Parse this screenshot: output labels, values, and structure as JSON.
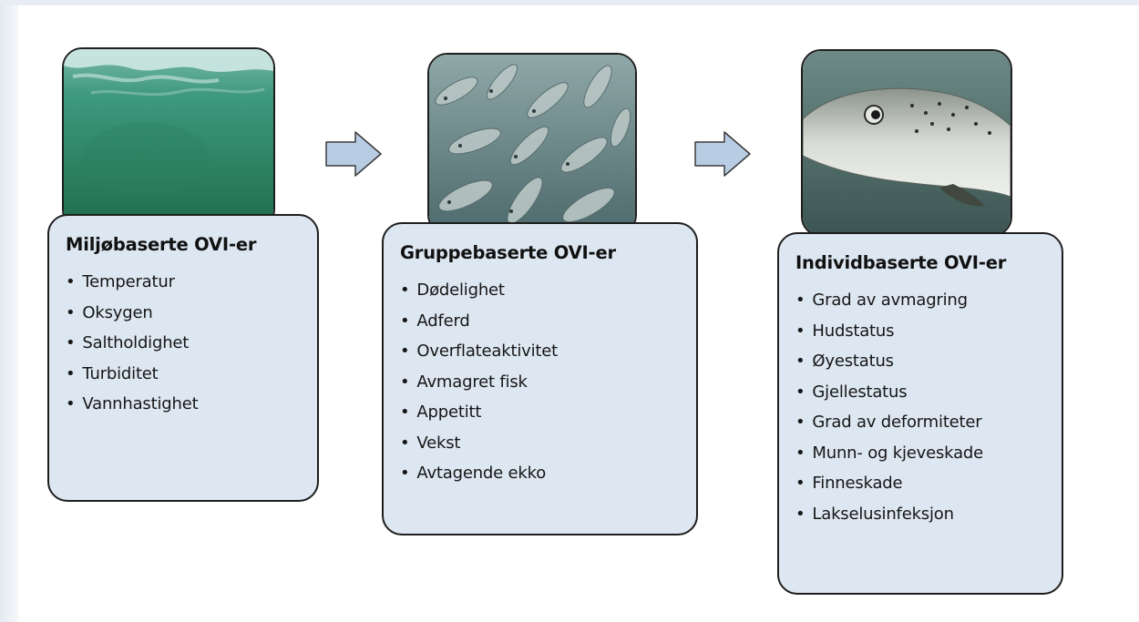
{
  "panels": [
    {
      "title": "Miljøbaserte OVI-er",
      "items": [
        "Temperatur",
        "Oksygen",
        "Saltholdighet",
        "Turbiditet",
        "Vannhastighet"
      ]
    },
    {
      "title": "Gruppebaserte OVI-er",
      "items": [
        "Dødelighet",
        "Adferd",
        "Overflateaktivitet",
        "Avmagret fisk",
        "Appetitt",
        "Vekst",
        "Avtagende ekko"
      ]
    },
    {
      "title": "Individbaserte OVI-er",
      "items": [
        "Grad av avmagring",
        "Hudstatus",
        "Øyestatus",
        "Gjellestatus",
        "Grad av deformiteter",
        "Munn- og kjeveskade",
        "Finneskade",
        "Lakselusinfeksjon"
      ]
    }
  ],
  "colors": {
    "card_fill": "#dde7f2",
    "arrow_fill": "#b8cce4",
    "border": "#1e1e1e"
  },
  "icons": [
    "flow-arrow-icon",
    "flow-arrow-icon"
  ]
}
